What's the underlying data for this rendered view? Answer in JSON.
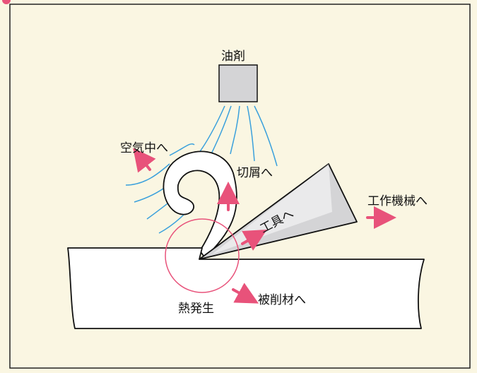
{
  "diagram": {
    "header_fragment": "",
    "labels": {
      "oil": "油剤",
      "air": "空気中へ",
      "chip": "切屑へ",
      "tool": "工具へ",
      "machine": "工作機械へ",
      "heat": "熱発生",
      "workpiece": "被削材へ"
    },
    "colors": {
      "background": "#faf6e2",
      "arrow": "#e8527a",
      "heat_circle": "#e8527a",
      "coolant": "#3aa0dc",
      "tool_fill": "#d4d4d6",
      "line": "#111111"
    }
  }
}
